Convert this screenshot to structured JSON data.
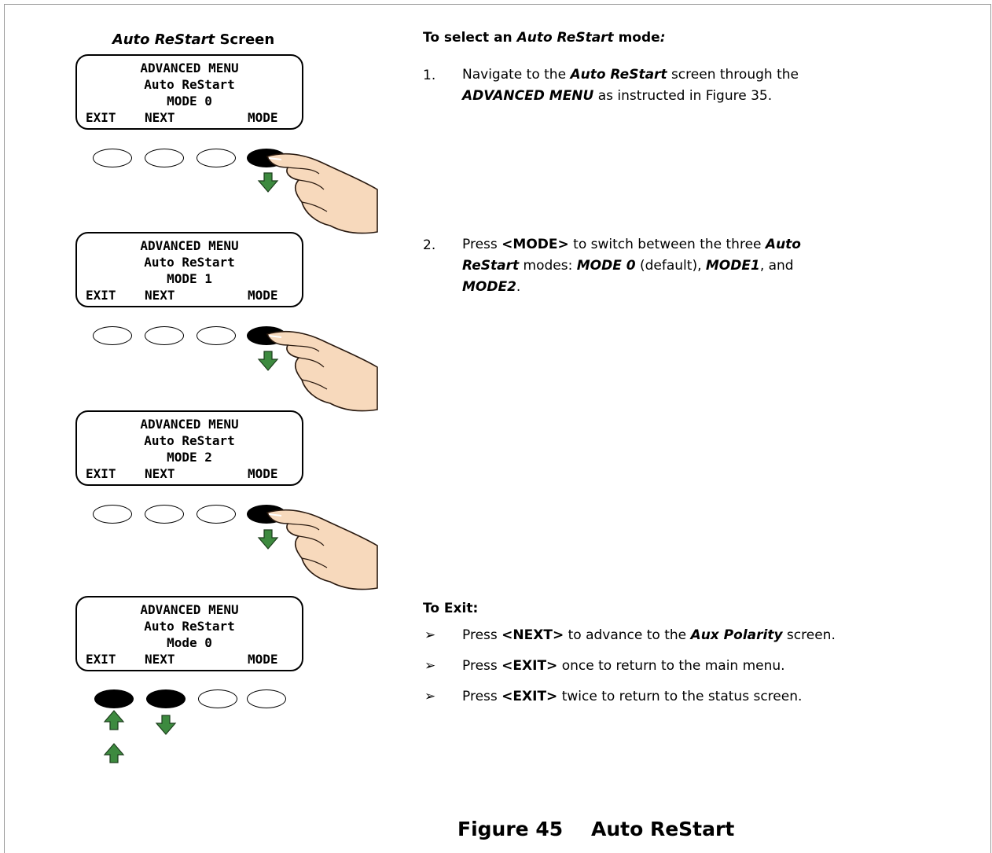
{
  "screen_caption": {
    "italic": "Auto ReStart",
    "rest": " Screen"
  },
  "lcd_screens": [
    {
      "line1": "ADVANCED MENU",
      "line2": "Auto ReStart",
      "line3": "MODE 0",
      "soft1": "EXIT",
      "soft2": "NEXT",
      "soft3": "MODE"
    },
    {
      "line1": "ADVANCED MENU",
      "line2": "Auto ReStart",
      "line3": "MODE 1",
      "soft1": "EXIT",
      "soft2": "NEXT",
      "soft3": "MODE"
    },
    {
      "line1": "ADVANCED MENU",
      "line2": "Auto ReStart",
      "line3": "MODE 2",
      "soft1": "EXIT",
      "soft2": "NEXT",
      "soft3": "MODE"
    },
    {
      "line1": "ADVANCED MENU",
      "line2": "Auto ReStart",
      "line3": "Mode 0",
      "soft1": "EXIT",
      "soft2": "NEXT",
      "soft3": "MODE"
    }
  ],
  "pressed_buttons": [
    [
      4
    ],
    [
      4
    ],
    [
      4
    ],
    [
      1,
      2
    ]
  ],
  "select_heading": {
    "prefix": "To select an ",
    "italic": "Auto ReStart",
    "suffix": " mode",
    "colon": ":"
  },
  "step1": {
    "num": "1.",
    "t1": "Navigate to the ",
    "b1": "Auto ReStart",
    "t2": " screen through the",
    "b2": "ADVANCED MENU",
    "t3": " as instructed in Figure 35."
  },
  "step2": {
    "num": "2.",
    "t1": "Press ",
    "b1": "<MODE>",
    "t2": " to switch between the three ",
    "b2": "Auto",
    "b3": "ReStart",
    "t3": " modes: ",
    "b4": "MODE 0",
    "t4": " (default),  ",
    "b5": "MODE1",
    "t5": ", and",
    "b6": "MODE2",
    "t6": "."
  },
  "exit_heading": "To Exit:",
  "bullet_char": "➢",
  "bullets": [
    {
      "t1": "Press ",
      "b1": "<NEXT>",
      "t2": " to advance to the ",
      "b2": "Aux Polarity",
      "t3": " screen."
    },
    {
      "t1": "Press ",
      "b1": "<EXIT>",
      "t2": " once to return to the main menu.",
      "b2": "",
      "t3": ""
    },
    {
      "t1": "Press ",
      "b1": "<EXIT>",
      "t2": " twice to return to the status screen.",
      "b2": "",
      "t3": ""
    }
  ],
  "figure_caption": {
    "number": "Figure 45",
    "title": "Auto ReStart"
  },
  "colors": {
    "arrow": "#3d8a3f",
    "arrow_stroke": "#1c3d1c",
    "hand": "#f7d9bc",
    "hand_stroke": "#2a1a10"
  }
}
